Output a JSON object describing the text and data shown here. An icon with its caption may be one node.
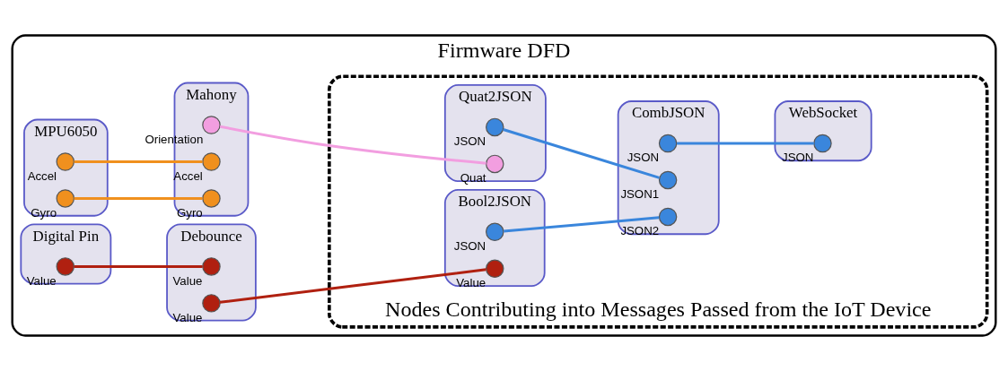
{
  "diagram": {
    "nodes": [
      {
        "text": [
          "Firmware DFD"
        ]
      },
      {
        "text": [
          "MPU6050"
        ],
        "in": 0
      },
      {
        "text": [],
        "shape": "circle",
        "beside": [
          "Accel"
        ],
        "in": 1
      },
      {
        "text": [],
        "shape": "circle",
        "beside": [
          "Gyro"
        ],
        "in": 1
      },
      {
        "text": [
          "Mahony"
        ],
        "in": 0
      },
      {
        "text": [],
        "shape": "circle",
        "beside": [
          "Orientation"
        ],
        "in": 4
      },
      {
        "text": [],
        "shape": "circle",
        "beside": [
          "Accel"
        ],
        "in": 4
      },
      {
        "text": [],
        "shape": "circle",
        "beside": [
          "Gyro"
        ],
        "in": 4
      },
      {
        "text": [
          "Digital Pin"
        ],
        "in": 0
      },
      {
        "text": [],
        "shape": "circle",
        "beside": [
          "Value"
        ],
        "in": 8
      },
      {
        "text": [
          "Debounce"
        ],
        "in": 0
      },
      {
        "text": [],
        "shape": "circle",
        "beside": [
          "Value"
        ],
        "in": 10
      },
      {
        "text": [],
        "shape": "circle",
        "beside": [
          "Value"
        ],
        "in": 10
      },
      {
        "text": [
          "Nodes Contributing into Messages Passed from the IoT Device"
        ],
        "in": 0
      },
      {
        "text": [
          "Quat2JSON"
        ],
        "in": 13
      },
      {
        "text": [],
        "shape": "circle",
        "beside": [
          "JSON"
        ],
        "in": 14
      },
      {
        "text": [],
        "shape": "circle",
        "beside": [
          "Quat"
        ],
        "in": 14
      },
      {
        "text": [
          "Bool2JSON"
        ],
        "in": 13
      },
      {
        "text": [],
        "shape": "circle",
        "beside": [
          "JSON"
        ],
        "in": 17
      },
      {
        "text": [],
        "shape": "circle",
        "beside": [
          "Value"
        ],
        "in": 17
      },
      {
        "text": [
          "CombJSON"
        ],
        "in": 13
      },
      {
        "text": [],
        "shape": "circle",
        "beside": [
          "JSON"
        ],
        "in": 20
      },
      {
        "text": [],
        "shape": "circle",
        "beside": [
          "JSON1"
        ],
        "in": 20
      },
      {
        "text": [],
        "shape": "circle",
        "beside": [
          "JSON2"
        ],
        "in": 20
      },
      {
        "text": [
          "WebSocket"
        ],
        "in": 13
      },
      {
        "text": [],
        "shape": "circle",
        "beside": [
          "JSON"
        ],
        "in": 24
      }
    ],
    "edges": [
      {
        "from": 2,
        "to": 6,
        "arrow": "none",
        "color": "#f0901e"
      },
      {
        "from": 3,
        "to": 7,
        "arrow": "none",
        "color": "#f0901e"
      },
      {
        "from": 5,
        "to": 16,
        "arrow": "none",
        "color": "#f29ee0"
      },
      {
        "from": 9,
        "to": 11,
        "arrow": "none",
        "color": "#b02010"
      },
      {
        "from": 12,
        "to": 19,
        "arrow": "none",
        "color": "#b02010"
      },
      {
        "from": 15,
        "to": 22,
        "arrow": "none",
        "color": "#3a86dc"
      },
      {
        "from": 18,
        "to": 23,
        "arrow": "none",
        "color": "#3a86dc"
      },
      {
        "from": 21,
        "to": 25,
        "arrow": "none",
        "color": "#3a86dc"
      }
    ]
  }
}
